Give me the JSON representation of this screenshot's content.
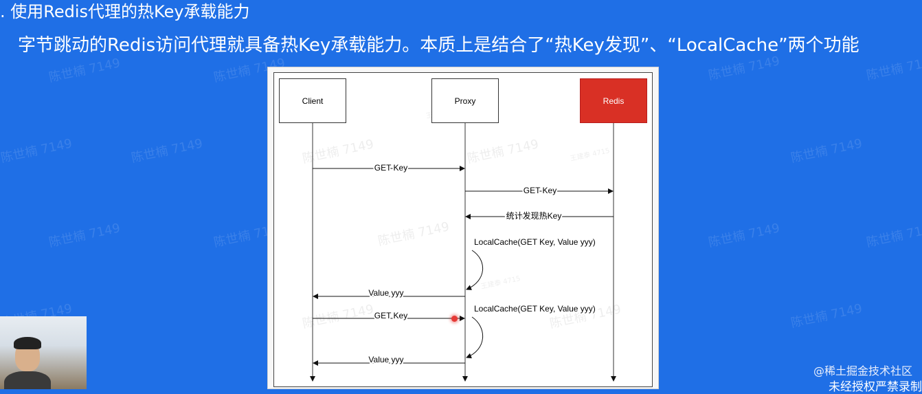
{
  "slide": {
    "title": ". 使用Redis代理的热Key承载能力",
    "subtitle": "字节跳动的Redis访问代理就具备热Key承载能力。本质上是结合了“热Key发现”、“LocalCache”两个功能"
  },
  "diagram": {
    "participants": [
      {
        "id": "client",
        "label": "Client"
      },
      {
        "id": "proxy",
        "label": "Proxy"
      },
      {
        "id": "redis",
        "label": "Redis"
      }
    ],
    "messages": [
      {
        "from": "client",
        "to": "proxy",
        "label": "GET Key"
      },
      {
        "from": "proxy",
        "to": "redis",
        "label": "GET Key"
      },
      {
        "from": "redis",
        "to": "proxy",
        "label": "统计发现热Key"
      },
      {
        "from": "proxy",
        "to": "proxy",
        "label": "LocalCache(GET Key, Value yyy)"
      },
      {
        "from": "proxy",
        "to": "client",
        "label": "Value yyy"
      },
      {
        "from": "client",
        "to": "proxy",
        "label": "GET Key"
      },
      {
        "from": "proxy",
        "to": "proxy",
        "label": "LocalCache(GET Key, Value yyy)"
      },
      {
        "from": "proxy",
        "to": "client",
        "label": "Value yyy"
      }
    ],
    "colors": {
      "redis_fill": "#d93025",
      "line": "#333333"
    }
  },
  "watermarks": {
    "repeated": "陈世楠 7149",
    "inner": "王建泰 4715",
    "brand": "@稀土掘金技术社区",
    "legal": "未经授权严禁录制"
  },
  "theme": {
    "background": "#1f6fe6",
    "text": "#ffffff"
  }
}
